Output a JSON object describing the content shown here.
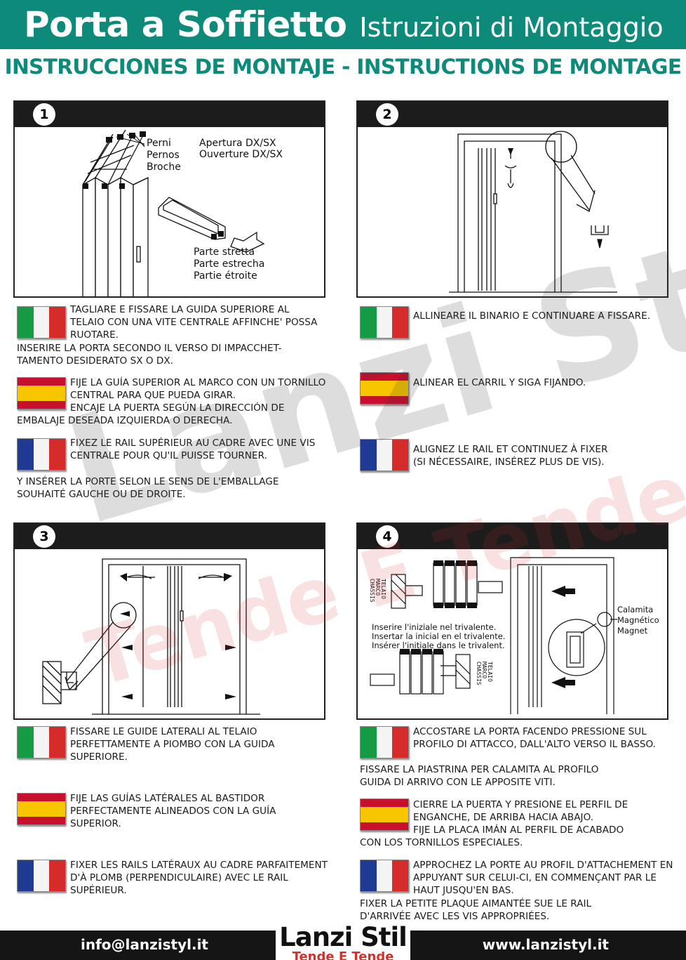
{
  "header": {
    "title": "Porta a Soffietto",
    "subtitle": "Istruzioni di Montaggio",
    "languages_line": "INSTRUCCIONES DE MONTAJE - INSTRUCTIONS DE MONTAGE"
  },
  "watermark": {
    "brand": "Lanzi Stil",
    "tagline": "Tende E Tende"
  },
  "steps": [
    {
      "number": "1",
      "labels": {
        "pins": [
          "Perni",
          "Pernos",
          "Broche"
        ],
        "opening": [
          "Apertura DX/SX",
          "Ouverture DX/SX"
        ],
        "narrow": [
          "Parte stretta",
          "Parte estrecha",
          "Partie étroite"
        ]
      },
      "it": "TAGLIARE E FISSARE LA GUIDA SUPERIORE AL TELAIO CON UNA VITE CENTRALE AFFINCHE' POSSA RUOTARE.",
      "it_extra": "INSERIRE LA PORTA SECONDO IL VERSO DI IMPACCHET-\nTAMENTO DESIDERATO SX O DX.",
      "es": "FIJE LA GUÍA SUPERIOR AL MARCO CON UN TORNILLO CENTRAL PARA QUE PUEDA GIRAR.\nENCAJE LA PUERTA SEGÚN LA DIRECCIÓN DE",
      "es_extra": "EMBALAJE DESEADA IZQUIERDA O DERECHA.",
      "fr": "FIXEZ LE RAIL SUPÉRIEUR AU CADRE AVEC UNE VIS CENTRALE POUR QU'IL PUISSE TOURNER.",
      "fr_extra": "Y INSÉRER LA PORTE SELON LE SENS DE L'EMBALLAGE\nSOUHAITÉ GAUCHE OU DE DROITE."
    },
    {
      "number": "2",
      "it": "ALLINEARE IL BINARIO E CONTINUARE A FISSARE.",
      "es": "ALINEAR EL CARRIL Y SIGA FIJANDO.",
      "fr": "ALIGNEZ LE RAIL ET CONTINUEZ À FIXER\n(SI NÉCESSAIRE, INSÉREZ PLUS DE VIS)."
    },
    {
      "number": "3",
      "it": "FISSARE LE GUIDE LATERALI AL TELAIO PERFETTAMENTE A PIOMBO CON LA GUIDA SUPERIORE.",
      "es": "FIJE LAS GUÍAS LATÉRALES AL BASTIDOR PERFECTAMENTE ALINEADOS CON LA GUÍA SUPERIOR.",
      "fr": "FIXER LES RAILS LATÉRAUX AU CADRE PARFAITEMENT D'À PLOMB (PERPENDICULAIRE) AVEC LE RAIL SUPÉRIEUR."
    },
    {
      "number": "4",
      "labels": {
        "chassis": "CHASSIS",
        "marco": "MARCO",
        "telaio": "TELAIO",
        "insert": [
          "Inserire l'iniziale nel trivalente.",
          "Insertar la inicial en el trivalente.",
          "Insérer l'initiale dans le trivalent."
        ],
        "magnet": [
          "Calamita",
          "Magnético",
          "Magnet"
        ]
      },
      "it": "ACCOSTARE LA PORTA FACENDO PRESSIONE SUL PROFILO DI ATTACCO, DALL'ALTO VERSO IL BASSO.",
      "it_extra": "FISSARE LA PIASTRINA PER CALAMITA AL PROFILO\nGUIDA DI ARRIVO CON LE APPOSITE VITI.",
      "es": "CIERRE LA PUERTA Y PRESIONE EL PERFIL DE ENGANCHE, DE ARRIBA HACIA ABAJO.\nFIJE LA PLACA IMÁN AL PERFIL DE ACABADO",
      "es_extra": "CON LOS TORNILLOS ESPECIALES.",
      "fr": "APPROCHEZ LA PORTE AU PROFIL D'ATTACHEMENT EN APPUYANT SUR CELUI-CI, EN COMMENÇANT PAR LE HAUT JUSQU'EN BAS.",
      "fr_extra": "FIXER LA PETITE PLAQUE AIMANTÉE SUE LE RAIL\nD'ARRIVÉE AVEC LES VIS APPROPRIÉES."
    }
  ],
  "footer": {
    "email": "info@lanzistyl.it",
    "logo": "Lanzi Stil",
    "logo_sub": "Tende E Tende",
    "website": "www.lanzistyl.it"
  }
}
